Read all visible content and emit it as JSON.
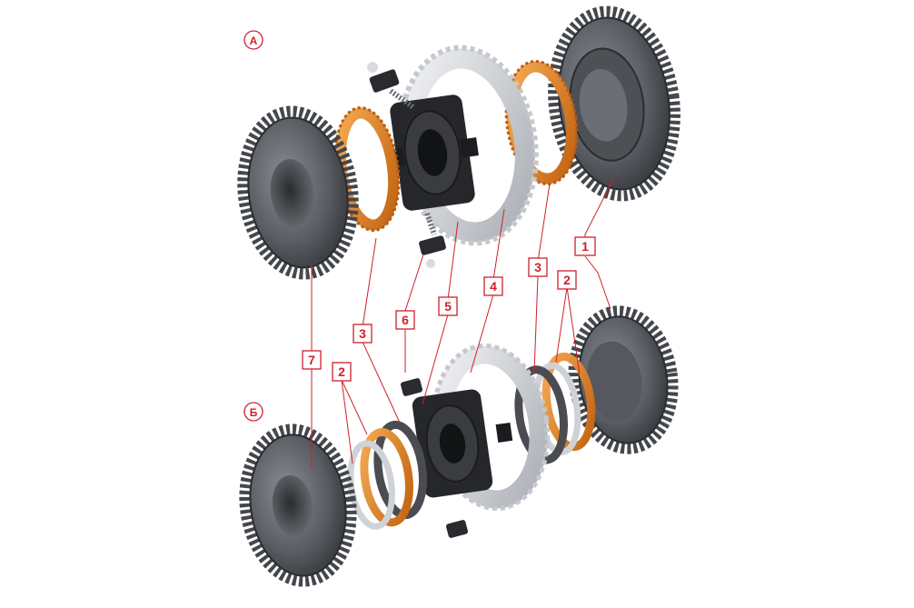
{
  "variant_labels": {
    "top": "А",
    "bottom": "Б"
  },
  "callouts": {
    "c1": "1",
    "c2_right": "2",
    "c2_left": "2",
    "c3_right": "3",
    "c3_left": "3",
    "c4": "4",
    "c5": "5",
    "c6": "6",
    "c7": "7"
  },
  "colors": {
    "callout_red": "#d0202a",
    "gear_dark": "#3d3f44",
    "gear_mid": "#5a5d63",
    "gear_light": "#80838a",
    "sync_ring_orange": "#e07a1c",
    "sync_ring_light": "#f2a24a",
    "sleeve_white": "#dcdfe3",
    "hub_black": "#1e1f22"
  }
}
